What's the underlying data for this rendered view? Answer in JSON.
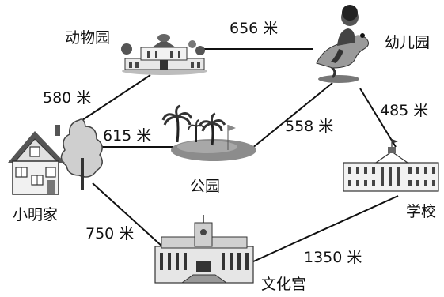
{
  "places": {
    "zoo": "动物园",
    "kindergarten": "幼儿园",
    "park": "公园",
    "home": "小明家",
    "school": "学校",
    "palace": "文化宫"
  },
  "routes": [
    {
      "from": "home",
      "to": "zoo",
      "distance": "580 米"
    },
    {
      "from": "zoo",
      "to": "kindergarten",
      "distance": "656 米"
    },
    {
      "from": "home",
      "to": "park",
      "distance": "615 米"
    },
    {
      "from": "park",
      "to": "kindergarten",
      "distance": "558 米"
    },
    {
      "from": "kindergarten",
      "to": "school",
      "distance": "485 米"
    },
    {
      "from": "home",
      "to": "palace",
      "distance": "750 米"
    },
    {
      "from": "palace",
      "to": "school",
      "distance": "1350 米"
    }
  ]
}
